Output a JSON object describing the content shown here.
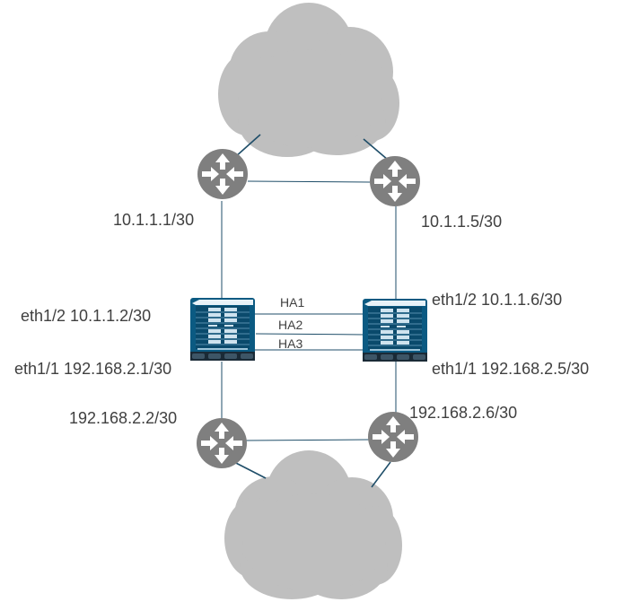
{
  "diagram": {
    "title": "Active/Passive HA firewall pair between two networks",
    "clouds": [
      {
        "id": "cloud-top",
        "label": ""
      },
      {
        "id": "cloud-bottom",
        "label": ""
      }
    ],
    "routers": [
      {
        "id": "router-top-left",
        "icon": "router-icon"
      },
      {
        "id": "router-top-right",
        "icon": "router-icon"
      },
      {
        "id": "router-bottom-left",
        "icon": "router-icon"
      },
      {
        "id": "router-bottom-right",
        "icon": "router-icon"
      }
    ],
    "firewalls": [
      {
        "id": "firewall-left",
        "icon": "firewall-chassis-icon"
      },
      {
        "id": "firewall-right",
        "icon": "firewall-chassis-icon"
      }
    ],
    "labels": {
      "top_left_router_ip": "10.1.1.1/30",
      "top_right_router_ip": "10.1.1.5/30",
      "left_fw_eth12": "eth1/2 10.1.1.2/30",
      "left_fw_eth11": "eth1/1 192.168.2.1/30",
      "right_fw_eth12": "eth1/2 10.1.1.6/30",
      "right_fw_eth11": "eth1/1 192.168.2.5/30",
      "bottom_left_router_ip": "192.168.2.2/30",
      "bottom_right_router_ip": "192.168.2.6/30"
    },
    "ha_links": [
      {
        "label": "HA1"
      },
      {
        "label": "HA2"
      },
      {
        "label": "HA3"
      }
    ],
    "colors": {
      "cloud": "#bfbfbf",
      "router": "#7f7f7f",
      "link": "#1f4e69",
      "firewall": "#0b5a82",
      "text": "#404040"
    }
  }
}
